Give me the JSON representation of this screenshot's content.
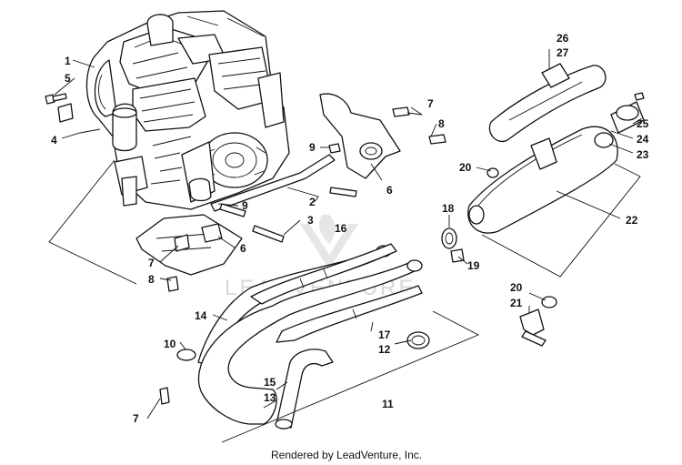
{
  "diagram": {
    "callouts": [
      "1",
      "5",
      "4",
      "7",
      "8",
      "9",
      "6",
      "2",
      "3",
      "9",
      "6",
      "7",
      "8",
      "26",
      "27",
      "25",
      "24",
      "23",
      "20",
      "18",
      "16",
      "22",
      "19",
      "20",
      "21",
      "14",
      "10",
      "17",
      "12",
      "15",
      "13",
      "11",
      "7"
    ],
    "watermark_text": "LEADVENTURE",
    "credit": "Rendered by LeadVenture, Inc."
  }
}
